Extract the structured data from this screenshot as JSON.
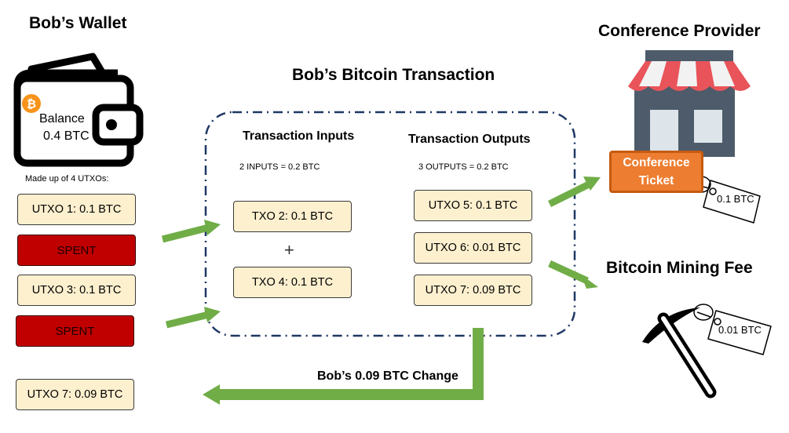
{
  "wallet": {
    "title": "Bob’s Wallet",
    "balance_label": "Balance",
    "balance_value": "0.4 BTC",
    "utxo_caption": "Made up of 4 UTXOs:",
    "items": [
      {
        "label": "UTXO 1: 0.1 BTC",
        "status": "unspent"
      },
      {
        "label": "SPENT",
        "status": "spent"
      },
      {
        "label": "UTXO 3: 0.1 BTC",
        "status": "unspent"
      },
      {
        "label": "SPENT",
        "status": "spent"
      }
    ],
    "change_utxo": "UTXO 7: 0.09 BTC"
  },
  "transaction": {
    "title": "Bob’s Bitcoin Transaction",
    "inputs": {
      "heading": "Transaction Inputs",
      "summary": "2 INPUTS = 0.2 BTC",
      "items": [
        "TXO 2: 0.1 BTC",
        "TXO 4: 0.1 BTC"
      ],
      "joiner": "+"
    },
    "outputs": {
      "heading": "Transaction Outputs",
      "summary": "3 OUTPUTS = 0.2 BTC",
      "items": [
        "UTXO 5: 0.1 BTC",
        "UTXO 6: 0.01 BTC",
        "UTXO 7: 0.09 BTC"
      ]
    },
    "change_label": "Bob’s 0.09 BTC Change"
  },
  "provider": {
    "title": "Conference Provider",
    "ticket_line1": "Conference",
    "ticket_line2": "Ticket",
    "tag_amount": "0.1 BTC"
  },
  "mining": {
    "title": "Bitcoin Mining Fee",
    "tag_amount": "0.01 BTC"
  },
  "colors": {
    "cream": "#fdf0cf",
    "spent_red": "#c00000",
    "arrow_green": "#70ad47",
    "dashed_border": "#1f3864",
    "ticket_orange": "#ed7d31",
    "bitcoin_orange": "#f7931a",
    "awning_red": "#e8545a",
    "store_gray": "#4d5b6a"
  }
}
